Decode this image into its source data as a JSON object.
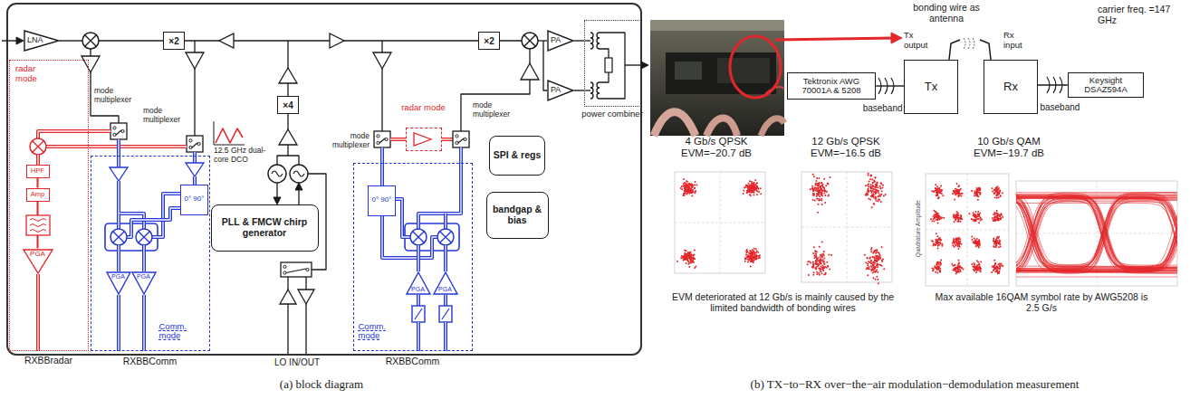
{
  "diagram": {
    "nodes": [
      {
        "text": [
          "LNA"
        ]
      },
      {
        "text": [
          "×2"
        ]
      },
      {
        "text": [
          "×4"
        ]
      },
      {
        "text": [
          "×2"
        ]
      },
      {
        "text": [
          "PA"
        ]
      },
      {
        "text": [
          "PA"
        ]
      },
      {
        "text": [
          "power combiner"
        ]
      },
      {
        "text": [
          "radar mode",
          "RXBBradar"
        ]
      },
      {
        "text": [
          "HPF"
        ],
        "in": 7
      },
      {
        "text": [
          "Amp"
        ],
        "in": 7
      },
      {
        "text": [
          "PGA"
        ],
        "in": 7
      },
      {
        "text": [
          "Comm. mode",
          "RXBBComm"
        ]
      },
      {
        "text": [
          "0° 90°"
        ],
        "in": 11
      },
      {
        "text": [
          "PGA"
        ],
        "in": 11
      },
      {
        "text": [
          "PGA"
        ],
        "in": 11
      },
      {
        "text": [
          "PLL & FMCW chirp generator"
        ]
      },
      {
        "text": [
          "radar mode"
        ]
      },
      {
        "text": [
          "Comm. mode",
          "RXBBComm"
        ]
      },
      {
        "text": [
          "0° 90°"
        ],
        "in": 17
      },
      {
        "text": [
          "PGA"
        ],
        "in": 17
      },
      {
        "text": [
          "PGA"
        ],
        "in": 17
      },
      {
        "text": [
          "SPI & regs"
        ]
      },
      {
        "text": [
          "bandgap & bias"
        ]
      },
      {
        "text": [
          "Tektronix AWG 70001A & 5208"
        ]
      },
      {
        "text": [
          "Tx"
        ]
      },
      {
        "text": [
          "Rx"
        ]
      },
      {
        "text": [
          "Keysight DSAZ594A"
        ]
      }
    ],
    "edges": [
      {
        "from": 4,
        "to": 6,
        "arrow": "none"
      },
      {
        "from": 5,
        "to": 6,
        "arrow": "none"
      },
      {
        "from": 8,
        "to": 9,
        "arrow": "none"
      },
      {
        "from": 9,
        "to": 10,
        "arrow": "none"
      },
      {
        "from": 23,
        "to": 24,
        "label": "baseband",
        "arrow": "none"
      },
      {
        "from": 25,
        "to": 26,
        "label": "baseband",
        "arrow": "none"
      }
    ],
    "labels": [
      "mode multiplexer",
      "mode multiplexer",
      "12.5 GHz dual-core DCO",
      "mode multiplexer",
      "mode multiplexer",
      "LO IN/OUT",
      "(a) block diagram",
      "bonding wire as antenna",
      "Tx output",
      "Rx input",
      "carrier freq. =147 GHz",
      "4 Gb/s QPSK EVM=−20.7 dB",
      "12 Gb/s QPSK EVM=−16.5 dB",
      "10 Gb/s QAM EVM=−19.7 dB",
      "EVM deteriorated at 12 Gb/s is mainly caused by the limited bandwidth of bonding wires",
      "Max available 16QAM symbol rate by AWG5208 is 2.5 G/s",
      "Quadrature Amplitude",
      "(b) TX−to−RX over−the−air modulation−demodulation measurement"
    ]
  }
}
